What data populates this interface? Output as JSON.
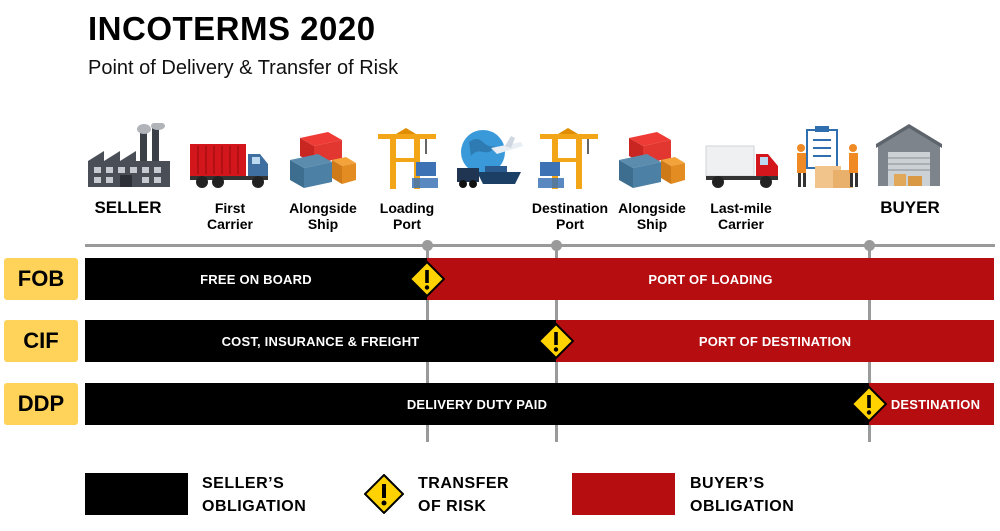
{
  "header": {
    "title": "INCOTERMS 2020",
    "subtitle": "Point of Delivery & Transfer of Risk"
  },
  "stages": [
    {
      "label": "SELLER",
      "icon": "factory-icon"
    },
    {
      "label": "First\nCarrier",
      "icon": "truck-icon"
    },
    {
      "label": "Alongside\nShip",
      "icon": "containers-icon"
    },
    {
      "label": "Loading\nPort",
      "icon": "port-crane-icon"
    },
    {
      "label": "",
      "icon": "global-transport-icon"
    },
    {
      "label": "Destination\nPort",
      "icon": "port-crane-icon"
    },
    {
      "label": "Alongside\nShip",
      "icon": "containers-icon"
    },
    {
      "label": "Last-mile\nCarrier",
      "icon": "delivery-truck-icon"
    },
    {
      "label": "",
      "icon": "warehouse-workers-icon"
    },
    {
      "label": "BUYER",
      "icon": "warehouse-icon"
    }
  ],
  "terms": [
    {
      "code": "FOB",
      "seller_label": "FREE ON BOARD",
      "buyer_label": "PORT OF LOADING"
    },
    {
      "code": "CIF",
      "seller_label": "COST, INSURANCE & FREIGHT",
      "buyer_label": "PORT OF DESTINATION"
    },
    {
      "code": "DDP",
      "seller_label": "DELIVERY DUTY PAID",
      "buyer_label": "DESTINATION"
    }
  ],
  "legend": {
    "seller": "SELLER’S\nOBLIGATION",
    "risk": "TRANSFER\nOF RISK",
    "buyer": "BUYER’S\nOBLIGATION"
  },
  "colors": {
    "seller": "#000000",
    "buyer": "#b50d10",
    "term_box": "#ffd35a",
    "warning": "#ffd200",
    "timeline": "#9a9a9a"
  }
}
